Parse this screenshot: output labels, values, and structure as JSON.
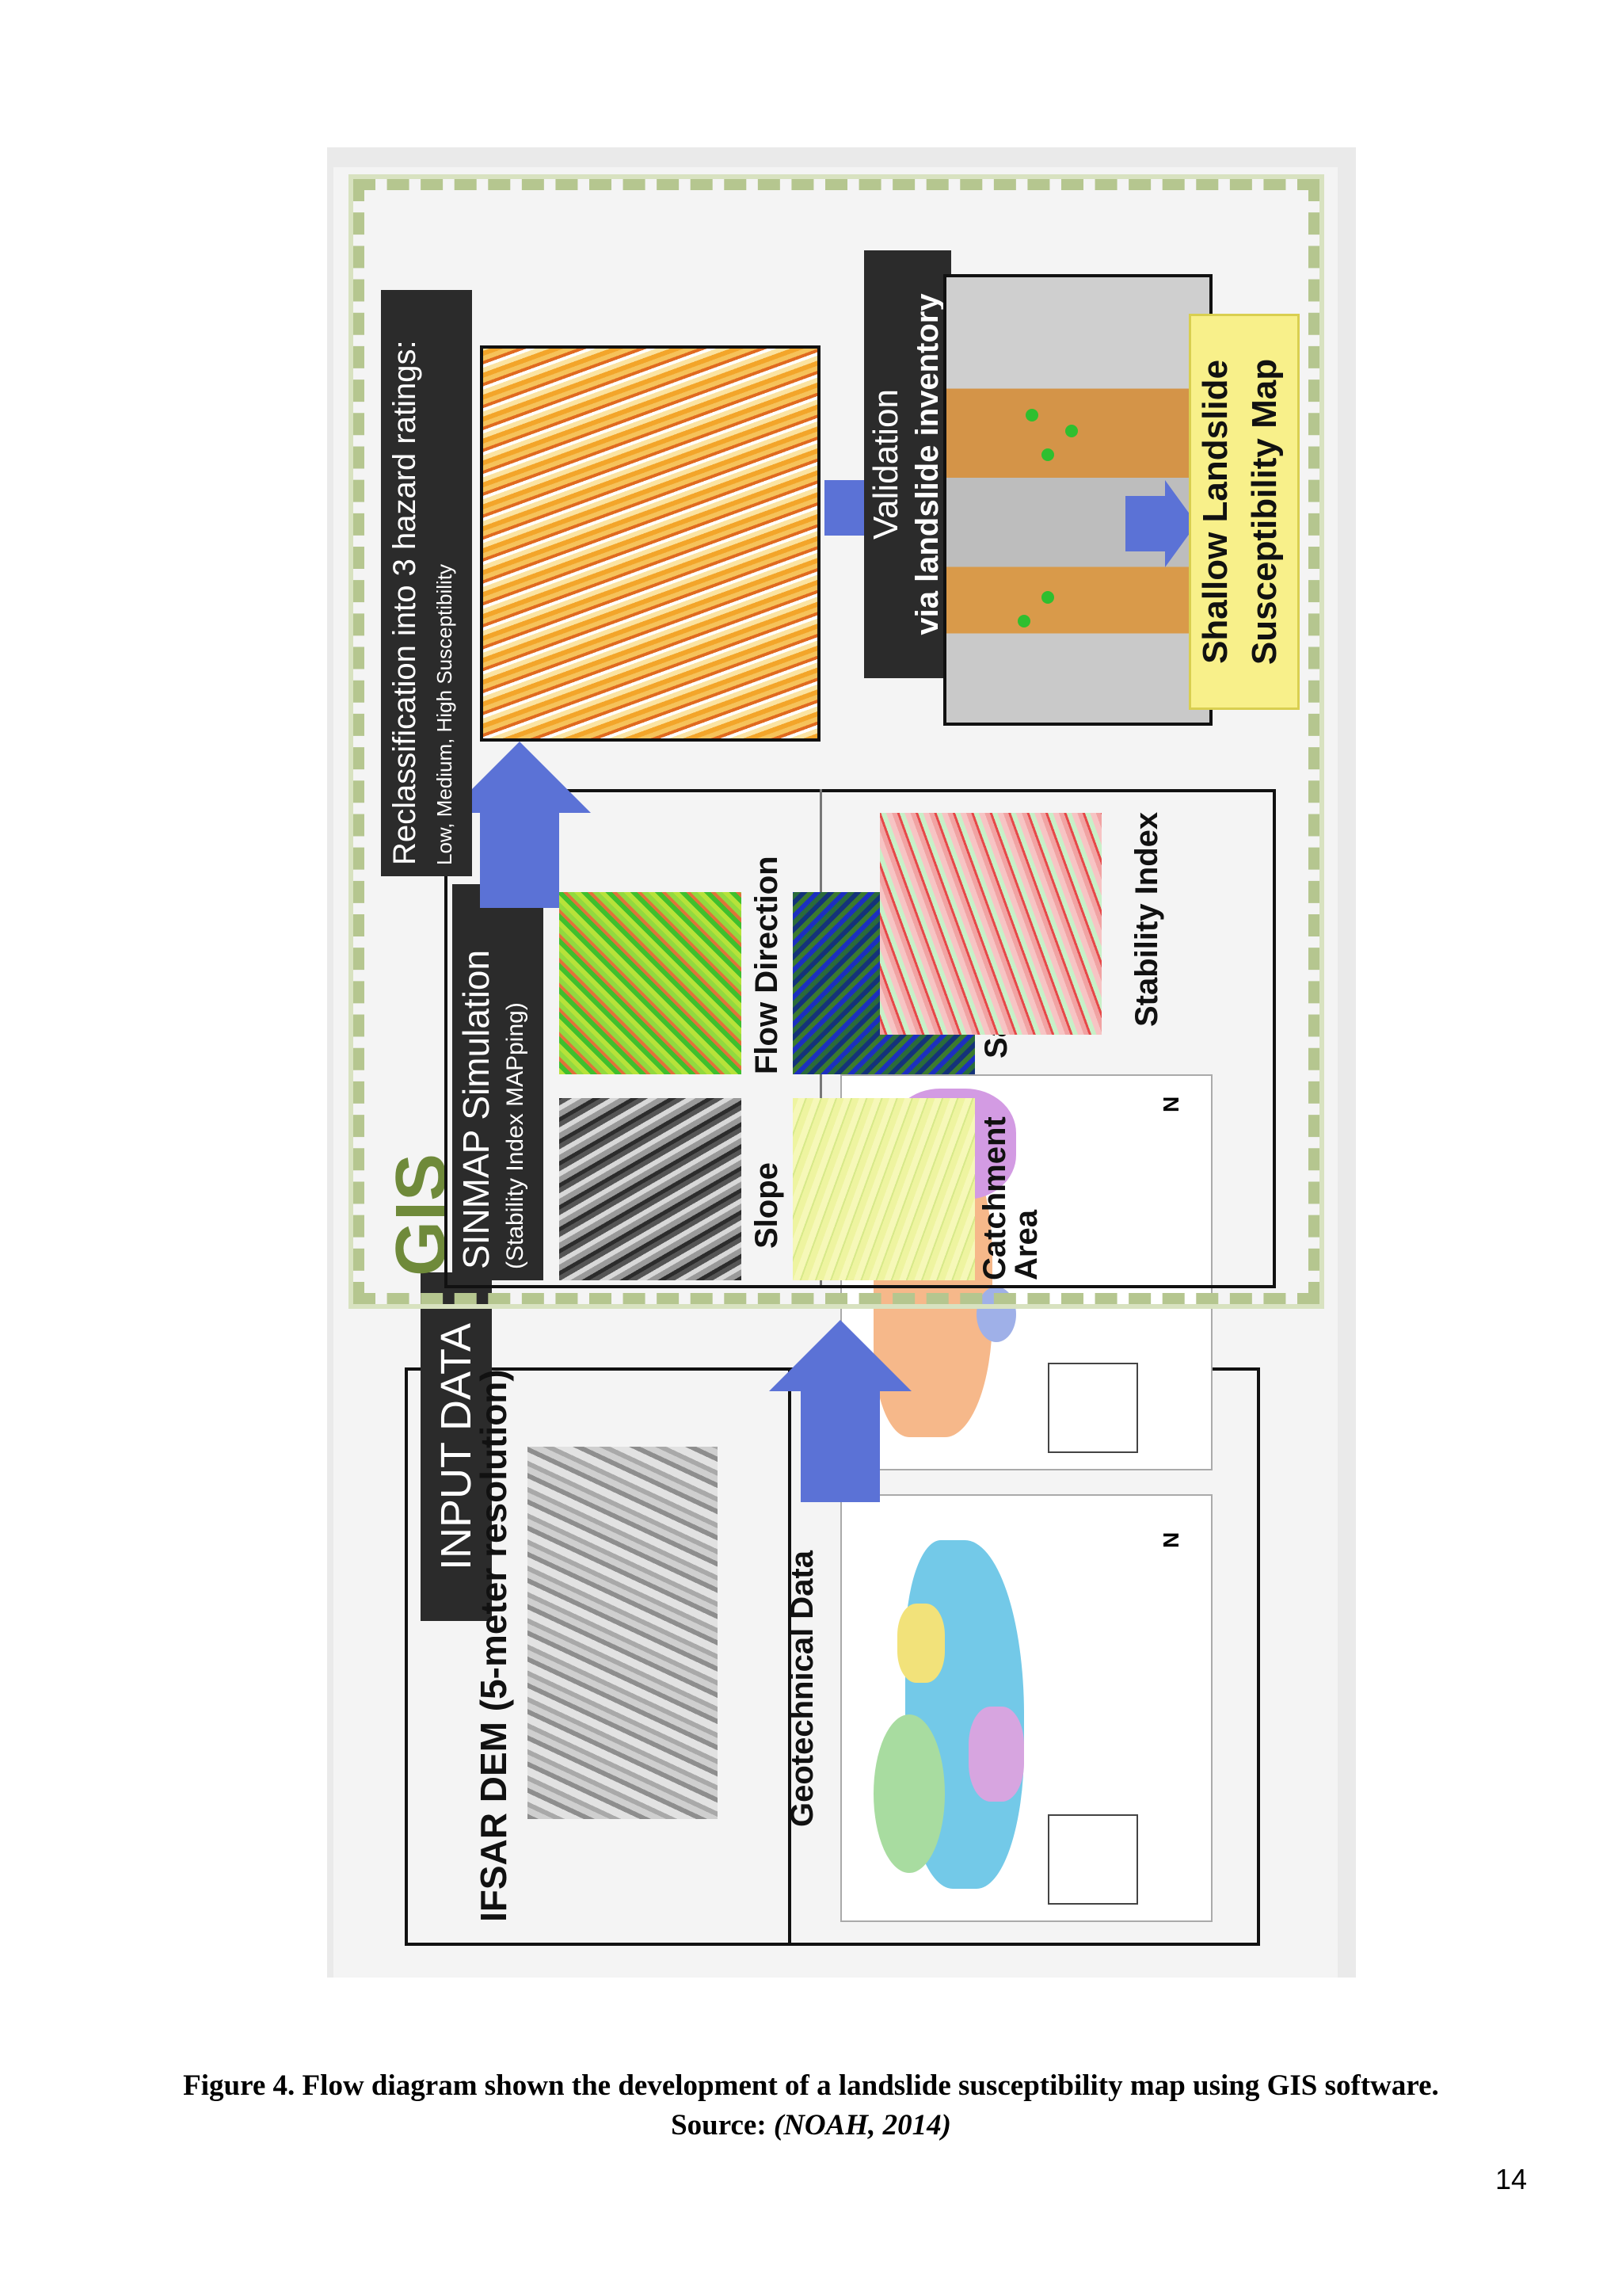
{
  "diagram": {
    "gis_label": "GIS",
    "input": {
      "title": "INPUT DATA",
      "dem_label": "IFSAR DEM (5-meter resolution)",
      "geo_label": "Geotechnical Data"
    },
    "sinmap": {
      "title": "SINMAP Simulation",
      "subtitle": "(Stability Index MAPping)",
      "slope": "Slope",
      "flow_direction": "Flow Direction",
      "catchment": "Catchment Area",
      "saturation": "Saturation",
      "stability": "Stability Index"
    },
    "reclass": {
      "title": "Reclassification into 3 hazard ratings:",
      "subtitle": "Low, Medium, High Susceptibility"
    },
    "validation": {
      "title": "Validation",
      "subtitle": "via landslide inventory"
    },
    "output": {
      "line1": "Shallow Landslide",
      "line2": "Susceptibility Map"
    },
    "colors": {
      "gis_green": "#6f8a3a",
      "border_green": "#b5c68f",
      "arrow_blue": "#5b72d6",
      "output_yellow": "#f8f08a",
      "dark_label": "#2b2b2b"
    }
  },
  "caption": {
    "line1": "Figure 4. Flow diagram shown the development of a landslide susceptibility map using GIS software.",
    "source_label": "Source:",
    "source_value": "(NOAH, 2014)"
  },
  "page_number": "14"
}
